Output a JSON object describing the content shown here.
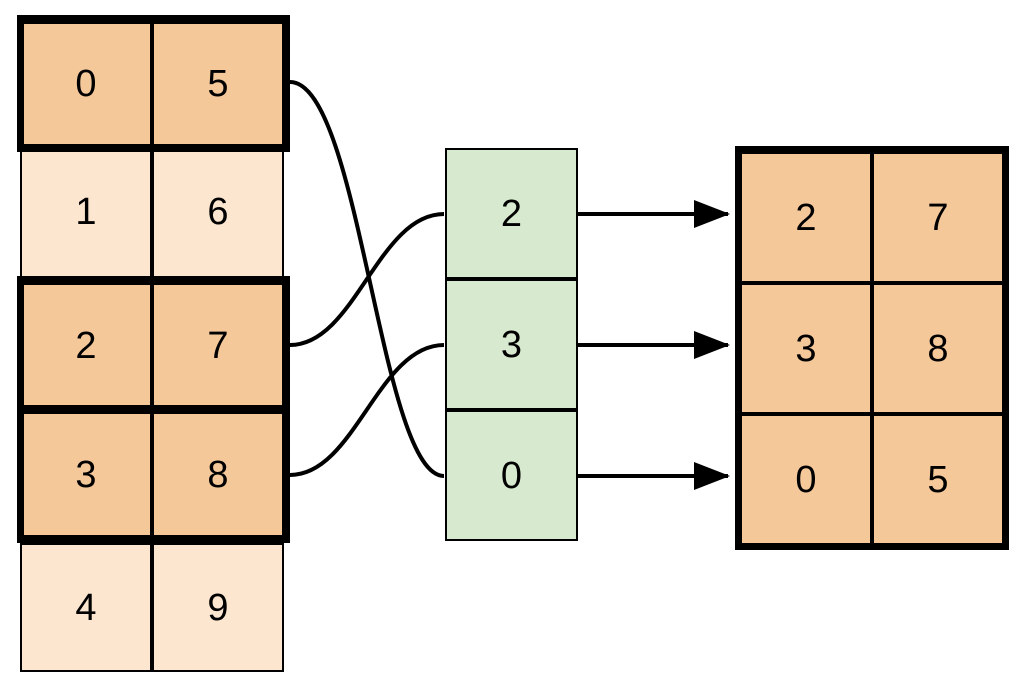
{
  "diagram": {
    "title": "array-gather-indexing-diagram",
    "colors": {
      "highlight_fill": "#F5C89A",
      "normal_fill": "#FCE6D0",
      "index_fill": "#D7E9CE",
      "stroke": "#000000",
      "background": "#FFFFFF"
    },
    "source_table": {
      "name": "source-array",
      "columns": 2,
      "rows": [
        {
          "cells": [
            "0",
            "5"
          ],
          "highlighted": true
        },
        {
          "cells": [
            "1",
            "6"
          ],
          "highlighted": false
        },
        {
          "cells": [
            "2",
            "7"
          ],
          "highlighted": true
        },
        {
          "cells": [
            "3",
            "8"
          ],
          "highlighted": true
        },
        {
          "cells": [
            "4",
            "9"
          ],
          "highlighted": false
        }
      ]
    },
    "index_column": {
      "name": "index-vector",
      "cells": [
        "2",
        "3",
        "0"
      ]
    },
    "result_table": {
      "name": "result-array",
      "columns": 2,
      "rows": [
        {
          "cells": [
            "2",
            "7"
          ]
        },
        {
          "cells": [
            "3",
            "8"
          ]
        },
        {
          "cells": [
            "0",
            "5"
          ]
        }
      ]
    },
    "connections": [
      {
        "from_source_row": 0,
        "to_index_cell": 2,
        "label": "row-0-to-index-2"
      },
      {
        "from_source_row": 2,
        "to_index_cell": 0,
        "label": "row-2-to-index-0"
      },
      {
        "from_source_row": 3,
        "to_index_cell": 1,
        "label": "row-3-to-index-1"
      }
    ],
    "arrows": [
      {
        "from_index_cell": 0,
        "to_result_row": 0,
        "label": "index-0-to-result-0"
      },
      {
        "from_index_cell": 1,
        "to_result_row": 1,
        "label": "index-1-to-result-1"
      },
      {
        "from_index_cell": 2,
        "to_result_row": 2,
        "label": "index-2-to-result-2"
      }
    ]
  }
}
